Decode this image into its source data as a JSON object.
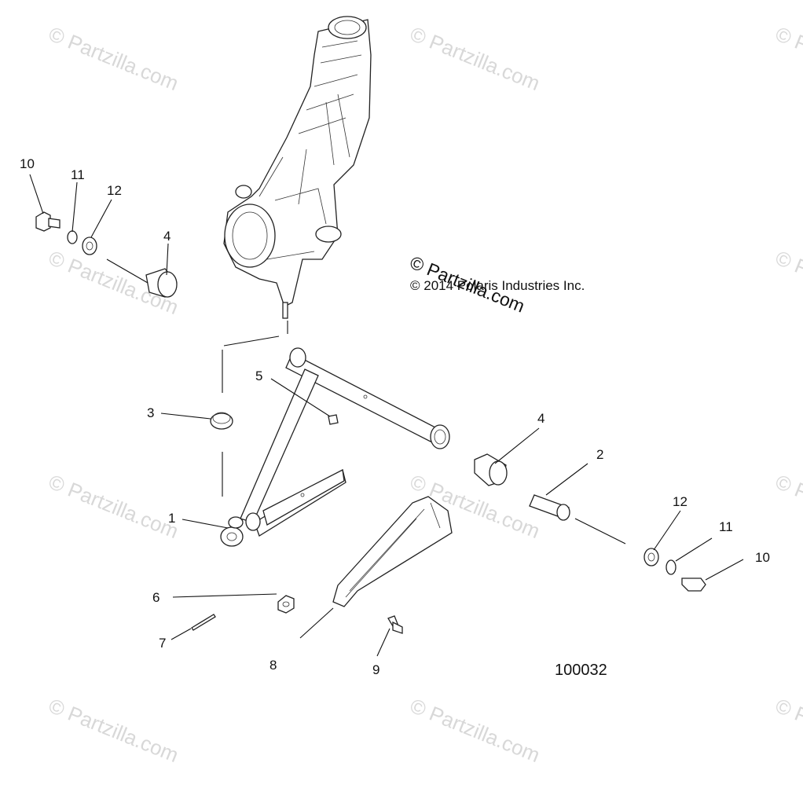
{
  "watermark_text": "© Partzilla.com",
  "copyright": "© 2014 Polaris Industries Inc.",
  "overlay_watermark": "© Partzilla.com",
  "drawing_number": "100032",
  "callouts": [
    "10",
    "11",
    "12",
    "4",
    "5",
    "3",
    "1",
    "6",
    "7",
    "8",
    "9",
    "4",
    "2",
    "12",
    "11",
    "10"
  ]
}
